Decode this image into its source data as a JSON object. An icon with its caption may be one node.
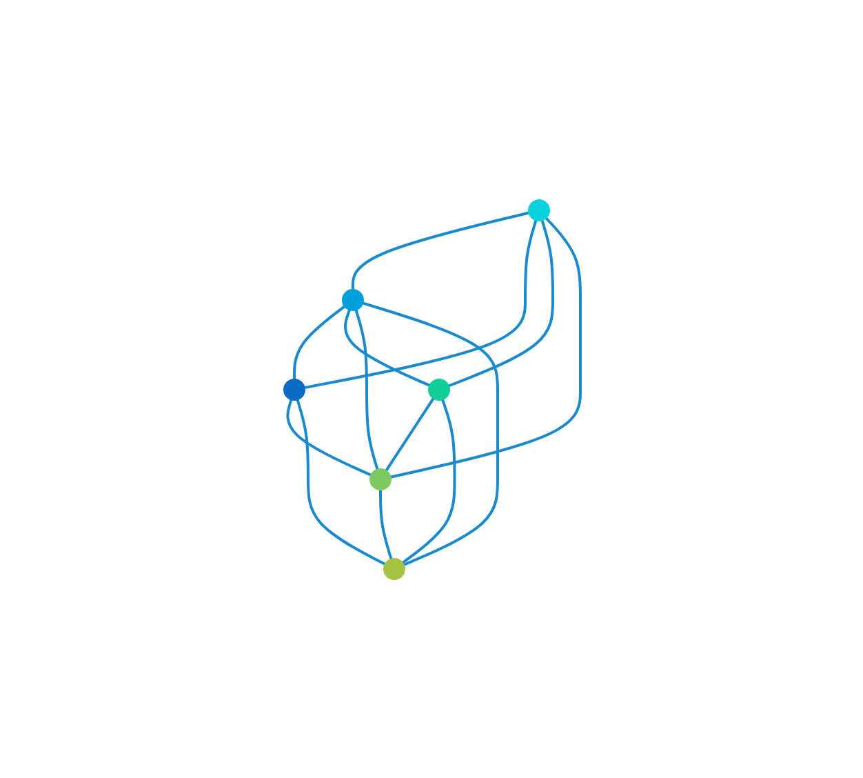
{
  "diagram": {
    "nodes": [
      {
        "text": [],
        "shape": "circle"
      },
      {
        "text": [],
        "shape": "circle"
      },
      {
        "text": [],
        "shape": "circle"
      },
      {
        "text": [],
        "shape": "circle"
      },
      {
        "text": [],
        "shape": "circle"
      },
      {
        "text": [],
        "shape": "circle"
      }
    ],
    "edges": [
      {
        "from": 1,
        "to": 4,
        "arrow": "none"
      },
      {
        "from": 1,
        "to": 0,
        "arrow": "none"
      },
      {
        "from": 1,
        "to": 5,
        "arrow": "none"
      },
      {
        "from": 1,
        "to": 2,
        "arrow": "none"
      },
      {
        "from": 4,
        "to": 0,
        "arrow": "none"
      },
      {
        "from": 4,
        "to": 5,
        "arrow": "none"
      },
      {
        "from": 4,
        "to": 2,
        "arrow": "none"
      },
      {
        "from": 4,
        "to": 3,
        "arrow": "none"
      },
      {
        "from": 5,
        "to": 2,
        "arrow": "none"
      },
      {
        "from": 5,
        "to": 3,
        "arrow": "none"
      },
      {
        "from": 0,
        "to": 2,
        "arrow": "none"
      },
      {
        "from": 0,
        "to": 3,
        "arrow": "none"
      },
      {
        "from": 2,
        "to": 3,
        "arrow": "none"
      }
    ]
  }
}
